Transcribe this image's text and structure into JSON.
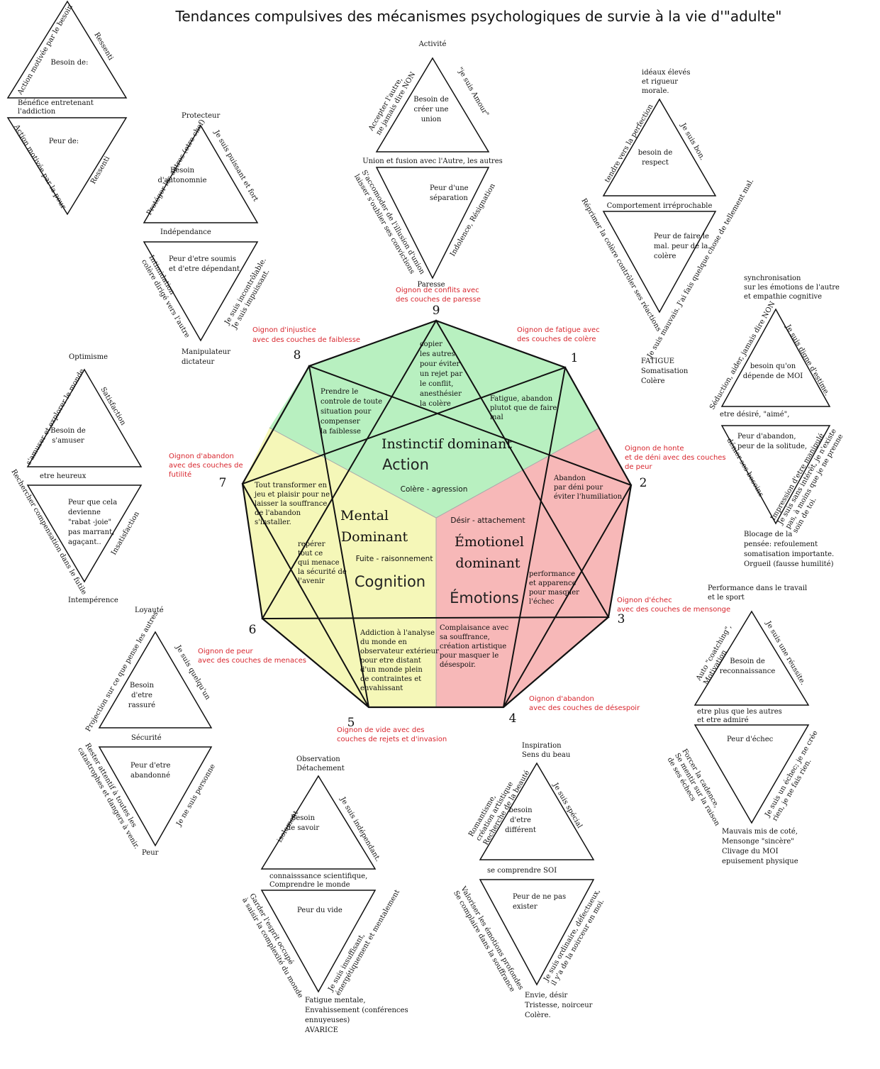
{
  "title": "Tendances compulsives des mécanismes psychologiques de survie à la vie d'\"adulte\"",
  "legend": {
    "up_center": "Besoin de:",
    "up_left": "Action motivée par le besoin",
    "up_right": "Ressenti",
    "mid": [
      "Bénéfice entretenant",
      "l'addiction"
    ],
    "down_center": "Peur de:",
    "down_left": "Action motivée par la peur",
    "down_right": "Ressenti"
  },
  "center": {
    "instinctive": {
      "title": "Instinctif dominant",
      "sub": "Action",
      "emotion": "Colère - agression"
    },
    "mental": {
      "title1": "Mental",
      "title2": "Dominant",
      "sub": "Cognition",
      "emotion": "Fuite - raisonnement"
    },
    "emotional": {
      "title1": "Émotionel",
      "title2": "dominant",
      "sub": "Émotions",
      "emotion": "Désir - attachement"
    },
    "numbers": [
      "9",
      "1",
      "2",
      "3",
      "4",
      "5",
      "6",
      "7",
      "8"
    ],
    "notes": {
      "n9": [
        "copier",
        "les autres",
        "pour éviter",
        "un rejet par",
        "le conflit,",
        "anesthésier",
        "la colère"
      ],
      "n1": [
        "Fatigue, abandon",
        "plutot que de faire",
        "mal"
      ],
      "n8": [
        "Prendre le",
        "controle de toute",
        "situation pour",
        "compenser",
        "la faiblesse"
      ],
      "n2": [
        "Abandon",
        "par déni pour",
        "éviter l'humiliation"
      ],
      "n7": [
        "Tout transformer en",
        "jeu et plaisir pour ne",
        "laisser la souffrance",
        "de l'abandon",
        "s'installer."
      ],
      "n6": [
        "repérer",
        "tout ce",
        "qui menace",
        "la sécurité de",
        "l'avenir"
      ],
      "n3": [
        "performance",
        "et apparence",
        "pour masquer",
        "l'échec"
      ],
      "n5": [
        "Addiction à l'analyse",
        "du monde en",
        "observateur extérieur",
        "pour etre distant",
        "d'un monde plein",
        "de contraintes et",
        "envahissant"
      ],
      "n4": [
        "Complaisance  avec",
        "sa souffrance,",
        "création artistique",
        "pour masquer le",
        "désespoir."
      ]
    }
  },
  "onions": {
    "o9": [
      "Oignon de conflits avec",
      "des couches de paresse"
    ],
    "o1": [
      "Oignon de fatigue avec",
      "des couches de colère"
    ],
    "o8": [
      "Oignon d'injustice",
      "avec des couches de faiblesse"
    ],
    "o2": [
      "Oignon de honte",
      "et de déni avec des couches",
      "de peur"
    ],
    "o7": [
      "Oignon d'abandon",
      "avec des couches de",
      "futilité"
    ],
    "o3": [
      "Oignon d'échec",
      "avec des couches de mensonge"
    ],
    "o6": [
      "Oignon de peur",
      "avec des couches de menaces"
    ],
    "o4": [
      "Oignon d'abandon",
      "avec des couches de désespoir"
    ],
    "o5": [
      "Oignon de vide avec des",
      "couches de rejets et d'invasion"
    ]
  },
  "types": {
    "t9": {
      "top": "Activité",
      "up_center": [
        "Besoin de",
        "créer une",
        "union"
      ],
      "up_left": [
        "Accepter l'autre,",
        "ne jamais dire NON"
      ],
      "up_right": "\"je suis Amour\"",
      "mid": "Union et fusion avec l'Autre, les autres",
      "down_center": [
        "Peur d'une",
        "séparation"
      ],
      "down_left": [
        "S'accomoder de l'illusion d'union",
        "laisser s'oublier ses convictions"
      ],
      "down_right": "Indolence, Résignation",
      "bottom": "Paresse"
    },
    "t1": {
      "top": [
        "idéaux élevés",
        "et rigueur",
        "morale."
      ],
      "up_center": [
        "besoin de",
        "respect"
      ],
      "up_left": "tendre vers la perfection",
      "up_right": "Je suis bon.",
      "mid": "Comportement irréprochable",
      "down_center": [
        "Peur de faire le",
        "mal. peur de la",
        "colère"
      ],
      "down_left": "Réprimer la colère contrôler ses réactions",
      "down_right": "Je suis mauvais. J'ai fais quelque chose de tellement mal.",
      "bottom": [
        "FATIGUE",
        "Somatisation",
        "Colère"
      ]
    },
    "t2": {
      "top": [
        "synchronisation",
        "sur les émotions de l'autre",
        " et empathie cognitive"
      ],
      "up_center": [
        "besoin qu'on",
        "dépende de MOI"
      ],
      "up_left": "Séduction, aider, jamais dire NON",
      "up_right": "Je suis digne d'estime.",
      "mid": "etre désiré, \"aimé\",",
      "down_center": [
        "Peur d'abandon,",
        "peur de la solitude,"
      ],
      "down_left": "dénier  ses besoins",
      "down_right": [
        "Impression d'etre manipulé",
        "Je suis sans intérêt, je n'existe",
        "pas, à moins que je ne prenne",
        "soin de toi."
      ],
      "bottom": [
        "Blocage de la",
        "pensée: refoulement",
        "somatisation importante.",
        "           Orgueil (fausse humilité)"
      ]
    },
    "t3": {
      "top": [
        "Performance dans le travail",
        "et le sport"
      ],
      "up_center": [
        "Besoin de",
        "reconnaissance"
      ],
      "up_left": [
        "Auto \"coatching\",",
        "Motivation"
      ],
      "up_right": "Je suis une réussite.",
      "mid": [
        "etre plus que les autres",
        "et etre admiré"
      ],
      "down_center": "Peur d'échec",
      "down_left": [
        "Forcer la cadence,",
        "Se mentir sur la raison",
        "de ses échecs"
      ],
      "down_right": [
        "Je suis un échec; je ne crée",
        "rien, je ne fais rien."
      ],
      "bottom": [
        "Mauvais mis de coté,",
        "Mensonge \"sincère\"",
        "Clivage du MOI",
        "epuisement physique"
      ]
    },
    "t4": {
      "top": [
        "Inspiration",
        "Sens du beau"
      ],
      "up_center": [
        "besoin",
        "d'etre",
        "différent"
      ],
      "up_left": [
        "Romantisme,",
        "création artistique",
        "Recherche de la beauté"
      ],
      "up_right": "Je suis spécial",
      "mid": "se comprendre SOI",
      "down_center": [
        "Peur de ne pas",
        "exister"
      ],
      "down_left": [
        "Valoriser les émotions profondes",
        "Se complaire dans la souffrance"
      ],
      "down_right": [
        "Je suis ordinaire, défectueux,",
        "il y'a de la noirceur en moi."
      ],
      "bottom": [
        "Envie, désir",
        "Tristesse, noirceur",
        "Colère."
      ]
    },
    "t5": {
      "top": [
        "Observation",
        "Détachement"
      ],
      "up_center": [
        "Besoin",
        "de savoir"
      ],
      "up_left": "isolement",
      "up_right": "Je suis indépendant.",
      "mid": [
        "connaisssance scientifique,",
        "Comprendre le monde"
      ],
      "down_center": "Peur du vide",
      "down_left": [
        "Garder l'esprit occupé",
        "à saisir la complexité du monde"
      ],
      "down_right": [
        "Je suis insuffisant,",
        "énergétiquement et mentalement"
      ],
      "bottom": [
        "Fatigue mentale,",
        "Envahissement (conférences",
        "ennuyeuses)",
        "AVARICE"
      ]
    },
    "t6": {
      "top": "Loyauté",
      "up_center": [
        "Besoin",
        "d'etre",
        "rassuré"
      ],
      "up_left": "Projection sur ce que pense les autres",
      "up_right": "Je suis quelqu'un",
      "mid": "Sécurité",
      "down_center": [
        "Peur d'etre",
        "abandonné"
      ],
      "down_left": [
        "Rester attentif à toutes les",
        "catastrophes et dangers à venir."
      ],
      "down_right": "Je ne suis personne",
      "bottom": "Peur"
    },
    "t7": {
      "top": "Optimisme",
      "up_center": [
        "Besoin de",
        "s'amuser"
      ],
      "up_left": "s'amuser et explorer le monde",
      "up_right": "Satisfaction",
      "mid": "etre heureux",
      "down_center": [
        "Peur que cela",
        "devienne",
        "\"rabat -joie\"",
        "pas marrant,",
        "agaçant.."
      ],
      "down_left": "Rechercher compensation dans le futile",
      "down_right": "Insatisfaction",
      "bottom": "Intempérence"
    },
    "t8": {
      "top": "Protecteur",
      "up_center": [
        "Besoin",
        "d'autonomnie"
      ],
      "up_left": "Protéger les autres (etre chef)",
      "up_right": "Je suis puissant et fort",
      "mid": "Indépendance",
      "down_center": [
        "Peur d'etre soumis",
        "et d'etre dépendant"
      ],
      "down_left": [
        "Intimidation",
        "colère dirigé vers l'autre"
      ],
      "down_right": [
        "Je suis incontrôlable.",
        "Je suis impuissant."
      ],
      "bottom": [
        "Manipulateur",
        "dictateur"
      ]
    }
  }
}
